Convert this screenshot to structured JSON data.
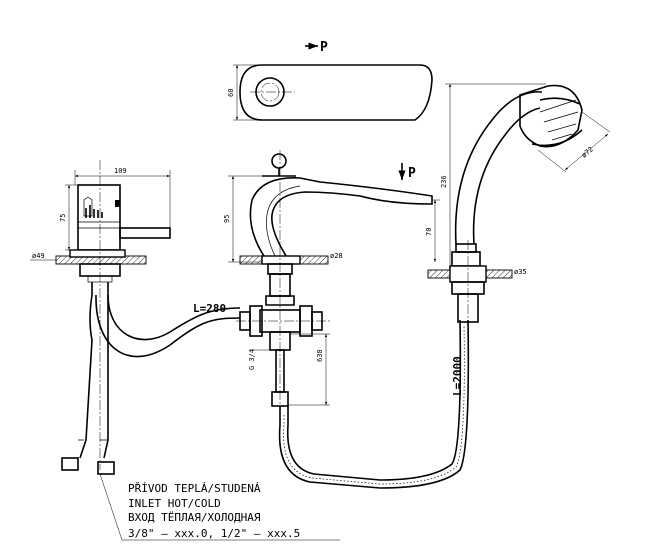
{
  "dimensions": {
    "width_top": "109",
    "height_mixer": "75",
    "dia_base_left": "ø49",
    "height_spout_plan": "60",
    "height_spout": "95",
    "height_outlet": "70",
    "dia_spout_base": "ø28",
    "height_shower": "236",
    "dia_shower_head": "ø72",
    "dia_shower_base": "ø35",
    "thread": "G 3/4",
    "length_connector": "630"
  },
  "labels": {
    "p_plan": "P",
    "p_side": "P",
    "hose_short": "L=280",
    "hose_long": "L=2000"
  },
  "note": {
    "line1": "PŘÍVOD TEPLÁ/STUDENÁ",
    "line2": "INLET HOT/COLD",
    "line3": "ВХОД ТЁПЛАЯ/ХОЛОДНАЯ",
    "line4": "3/8\" – xxx.0, 1/2\" – xxx.5"
  }
}
